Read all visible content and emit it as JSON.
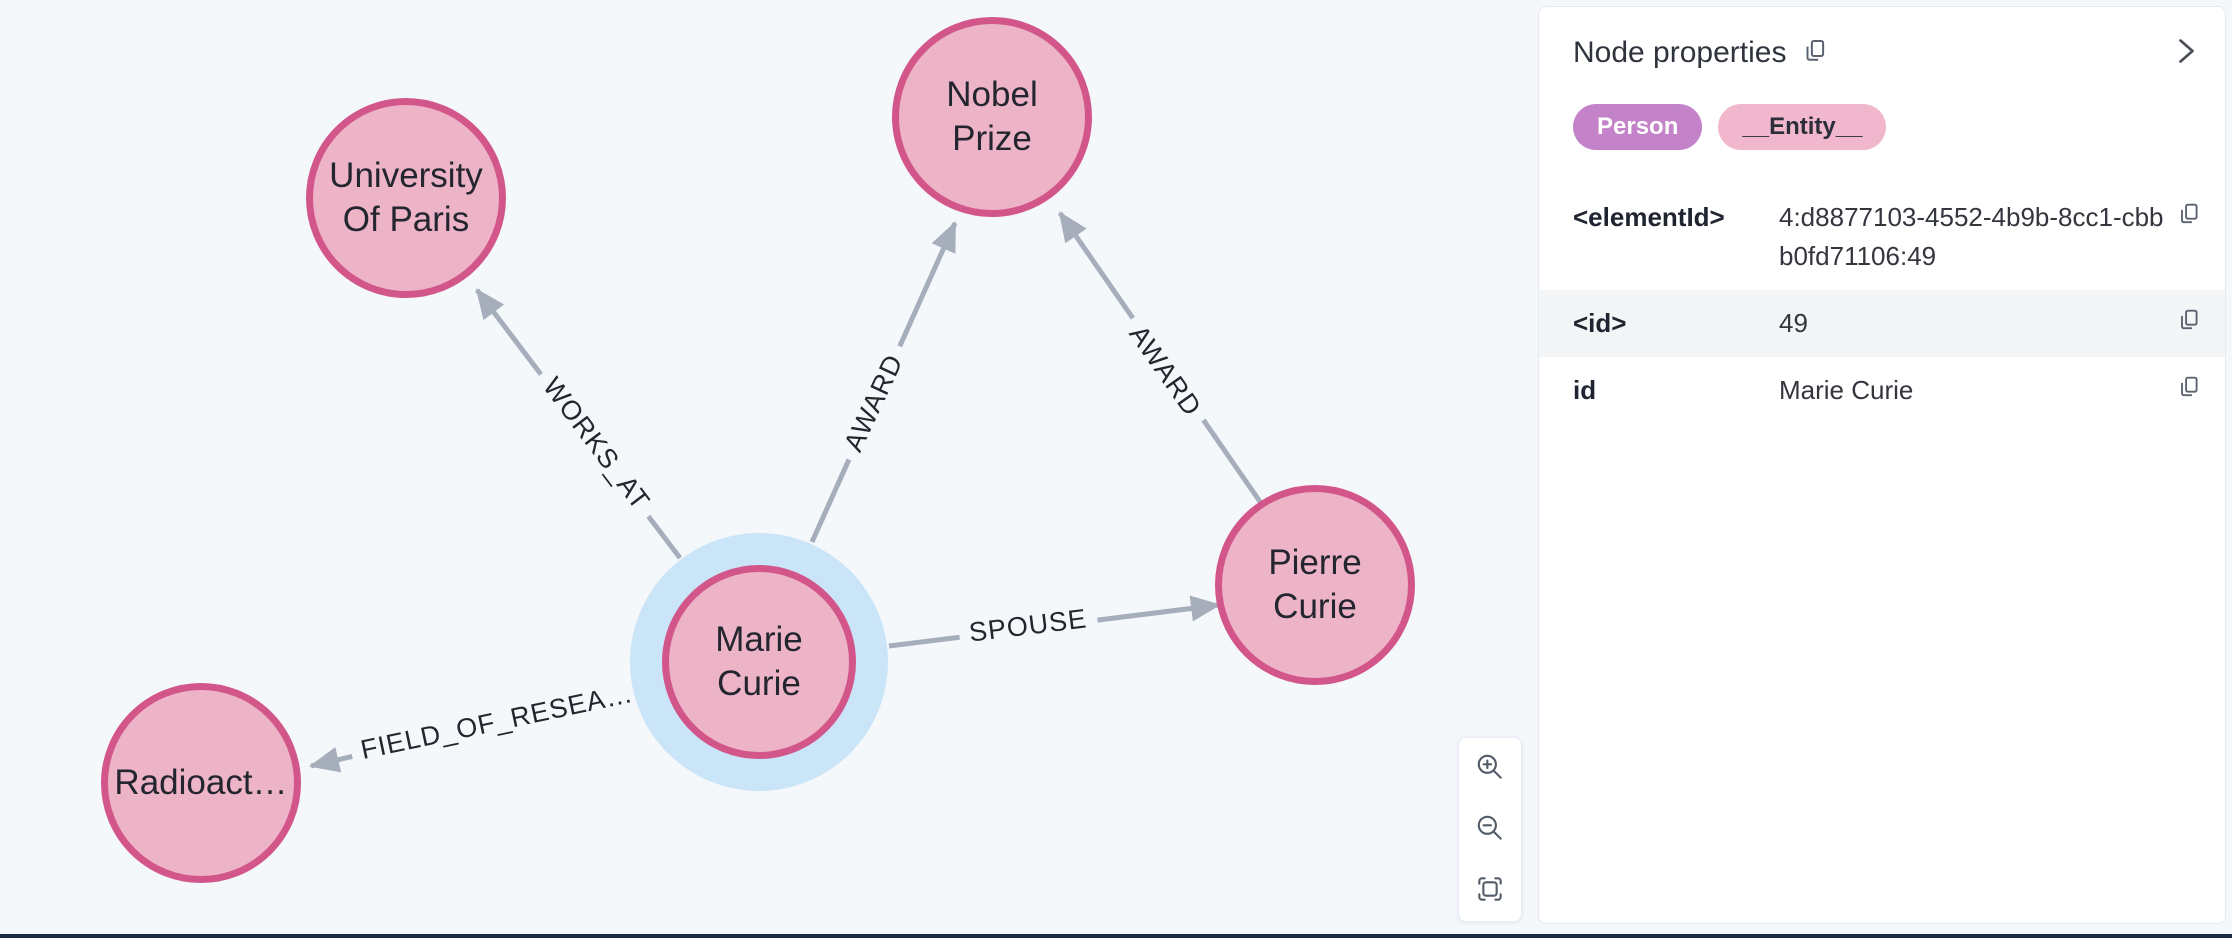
{
  "graph": {
    "nodes": [
      {
        "label": "University Of Paris"
      },
      {
        "label": "Nobel Prize"
      },
      {
        "label": "Marie Curie",
        "selected": true
      },
      {
        "label": "Pierre Curie"
      },
      {
        "label": "Radioact…"
      }
    ],
    "edges": [
      {
        "label": "WORKS_AT",
        "from": "Marie Curie",
        "to": "University Of Paris"
      },
      {
        "label": "AWARD",
        "from": "Marie Curie",
        "to": "Nobel Prize"
      },
      {
        "label": "AWARD",
        "from": "Pierre Curie",
        "to": "Nobel Prize"
      },
      {
        "label": "SPOUSE",
        "from": "Marie Curie",
        "to": "Pierre Curie"
      },
      {
        "label": "FIELD_OF_RESEA…",
        "from": "Marie Curie",
        "to": "Radioact…"
      }
    ]
  },
  "panel": {
    "title": "Node properties",
    "labels": [
      {
        "text": "Person"
      },
      {
        "text": "__Entity__"
      }
    ],
    "properties": [
      {
        "key": "<elementId>",
        "value": "4:d8877103-4552-4b9b-8cc1-cbbb0fd71106:49"
      },
      {
        "key": "<id>",
        "value": "49"
      },
      {
        "key": "id",
        "value": "Marie Curie"
      }
    ]
  },
  "zoom_controls": {
    "zoom_in": "zoom-in",
    "zoom_out": "zoom-out",
    "fit": "fit-to-screen"
  },
  "colors": {
    "canvas_bg": "#F4F8FB",
    "node_fill": "#EDB3C7",
    "node_border": "#D2568A",
    "selection_halo": "#CBE5F8",
    "edge": "#A7AEBB",
    "badge_person": "#C483C9",
    "badge_entity": "#F0B7CD",
    "stripe": "#F4F5F7",
    "bottom_bar": "#1D2A46"
  }
}
